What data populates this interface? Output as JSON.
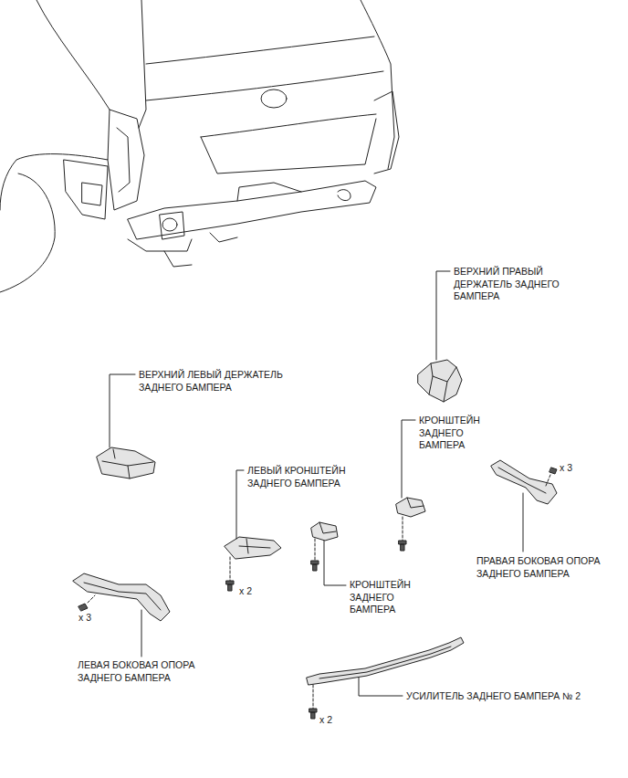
{
  "diagram": {
    "labels": [
      "ВЕРХНИЙ ПРАВЫЙ ДЕРЖАТЕЛЬ ЗАДНЕГО БАМПЕРА",
      "ВЕРХНИЙ ЛЕВЫЙ ДЕРЖАТЕЛЬ ЗАДНЕГО БАМПЕРА",
      "КРОНШТЕЙН ЗАДНЕГО БАМПЕРА",
      "x 3",
      "ЛЕВЫЙ КРОНШТЕЙН ЗАДНЕГО БАМПЕРА",
      "x 2",
      "КРОНШТЕЙН ЗАДНЕГО БАМПЕРА",
      "ПРАВАЯ БОКОВАЯ ОПОРА ЗАДНЕГО БАМПЕРА",
      "x 3",
      "ЛЕВАЯ БОКОВАЯ ОПОРА ЗАДНЕГО БАМПЕРА",
      "УСИЛИТЕЛЬ ЗАДНЕГО БАМПЕРА № 2",
      "x 2"
    ]
  }
}
